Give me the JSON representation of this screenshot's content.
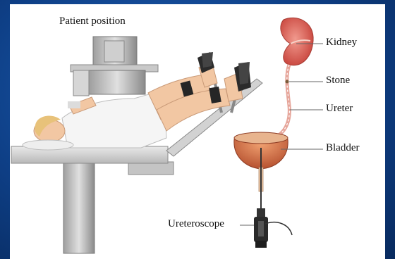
{
  "labels": {
    "patient_position": "Patient position",
    "kidney": "Kidney",
    "stone": "Stone",
    "ureter": "Ureter",
    "bladder": "Bladder",
    "ureteroscope": "Ureteroscope"
  },
  "colors": {
    "background": "#0d3a7a",
    "panel": "#ffffff",
    "kidney": "#d9534a",
    "bladder": "#c85a3c",
    "skin": "#f2c7a3",
    "gown": "#f7f7f7",
    "table": "#d8d8d8",
    "equipment": "#bdbdbd"
  }
}
